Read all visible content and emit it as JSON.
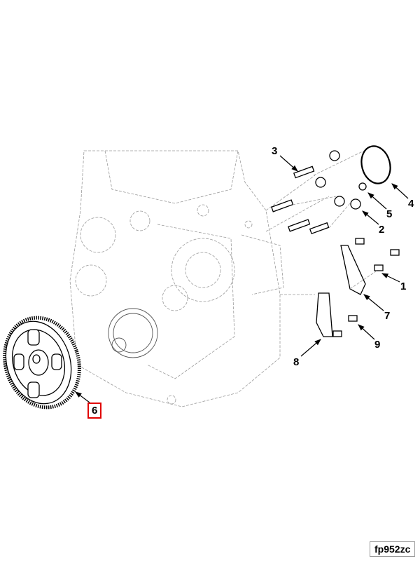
{
  "diagram": {
    "callouts": [
      {
        "label": "1"
      },
      {
        "label": "2"
      },
      {
        "label": "3"
      },
      {
        "label": "4"
      },
      {
        "label": "5"
      },
      {
        "label": "6"
      },
      {
        "label": "7"
      },
      {
        "label": "8"
      },
      {
        "label": "9"
      }
    ],
    "highlighted_callout": "6",
    "highlight_color": "#e00000",
    "figure_id": "fp952zc"
  }
}
